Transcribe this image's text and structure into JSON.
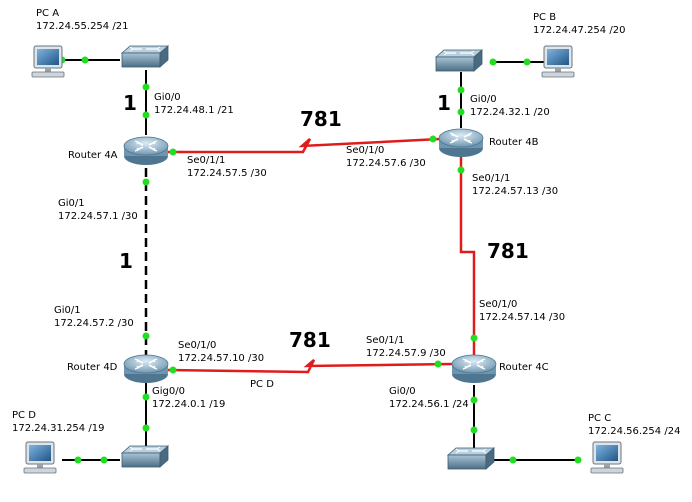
{
  "colors": {
    "serial_link": "#e01b1b",
    "ethernet_link": "#000000",
    "port_up": "#22dd22",
    "router_body": "#8fb3c8",
    "switch_body": "#6f8fa3",
    "pc_screen": "#3a6e9e"
  },
  "icons": {
    "router": "router-icon",
    "switch": "switch-icon",
    "pc": "pc-icon"
  },
  "pcs": {
    "a": {
      "name": "PC A",
      "ip": "172.24.55.254 /21"
    },
    "b": {
      "name": "PC B",
      "ip": "172.24.47.254 /20"
    },
    "c": {
      "name": "PC C",
      "ip": "172.24.56.254 /24"
    },
    "d": {
      "name": "PC D",
      "ip": "172.24.31.254 /19"
    }
  },
  "routers": {
    "r4a": {
      "name": "Router 4A",
      "gi00": {
        "iface": "Gi0/0",
        "ip": "172.24.48.1 /21"
      },
      "se011": {
        "iface": "Se0/1/1",
        "ip": "172.24.57.5 /30"
      },
      "gi01": {
        "iface": "Gi0/1",
        "ip": "172.24.57.1 /30"
      }
    },
    "r4b": {
      "name": "Router 4B",
      "gi00": {
        "iface": "Gi0/0",
        "ip": "172.24.32.1 /20"
      },
      "se010": {
        "iface": "Se0/1/0",
        "ip": "172.24.57.6 /30"
      },
      "se011": {
        "iface": "Se0/1/1",
        "ip": "172.24.57.13 /30"
      }
    },
    "r4c": {
      "name": "Router 4C",
      "se010": {
        "iface": "Se0/1/0",
        "ip": "172.24.57.14 /30"
      },
      "se011": {
        "iface": "Se0/1/1",
        "ip": "172.24.57.9 /30"
      },
      "gi00": {
        "iface": "Gi0/0",
        "ip": "172.24.56.1 /24"
      }
    },
    "r4d": {
      "name": "Router 4D",
      "gi01": {
        "iface": "Gi0/1",
        "ip": "172.24.57.2 /30"
      },
      "se010": {
        "iface": "Se0/1/0",
        "ip": "172.24.57.10 /30"
      },
      "gig00": {
        "iface": "Gig0/0",
        "ip": "172.24.0.1 /19"
      }
    }
  },
  "stray_label": "PC D",
  "costs": {
    "lan_a": "1",
    "lan_b": "1",
    "a_b": "781",
    "b_c": "781",
    "d_c": "781",
    "a_d": "1"
  }
}
